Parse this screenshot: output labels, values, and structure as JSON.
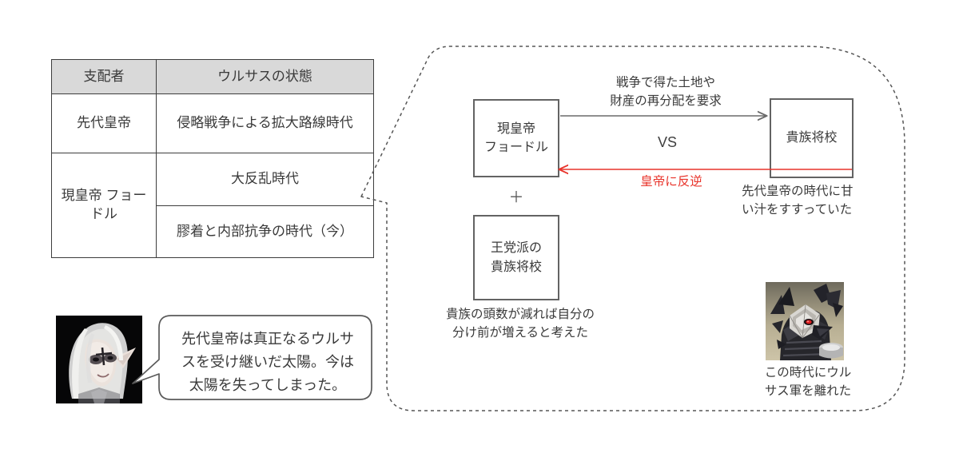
{
  "table": {
    "headers": [
      "支配者",
      "ウルサスの状態"
    ],
    "rows": [
      {
        "ruler": "先代皇帝",
        "states": [
          "侵略戦争による拡大路線時代"
        ]
      },
      {
        "ruler": "現皇帝\nフョードル",
        "states": [
          "大反乱時代",
          "膠着と内部抗争の時代（今）"
        ]
      }
    ]
  },
  "quote": {
    "speaker_icon": "white-haired-character-portrait",
    "text": "先代皇帝は真正なるウルサ\nスを受け継いだ太陽。今は\n太陽を失ってしまった。"
  },
  "diagram": {
    "nodes": {
      "emperor": "現皇帝\nフョードル",
      "nobles": "貴族将校",
      "royalist": "王党派の\n貴族将校"
    },
    "plus": "＋",
    "labels": {
      "demand": "戦争で得た土地や\n財産の再分配を要求",
      "vs": "VS",
      "rebel": "皇帝に反逆",
      "nobles_note": "先代皇帝の時代に甘\nい汁をすすっていた",
      "royalist_note": "貴族の頭数が減れば自分の\n分け前が増えると考えた",
      "monster_note": "この時代にウル\nサス軍を離れた"
    },
    "monster_icon": "dark-armored-figure-thumbnail"
  },
  "colors": {
    "rebel_arrow": "#e8332a",
    "box_border": "#636363",
    "table_header_fill": "#d9d9d9",
    "table_border": "#3d3d3d",
    "text": "#3a3a3a",
    "callout_border": "#555555"
  }
}
